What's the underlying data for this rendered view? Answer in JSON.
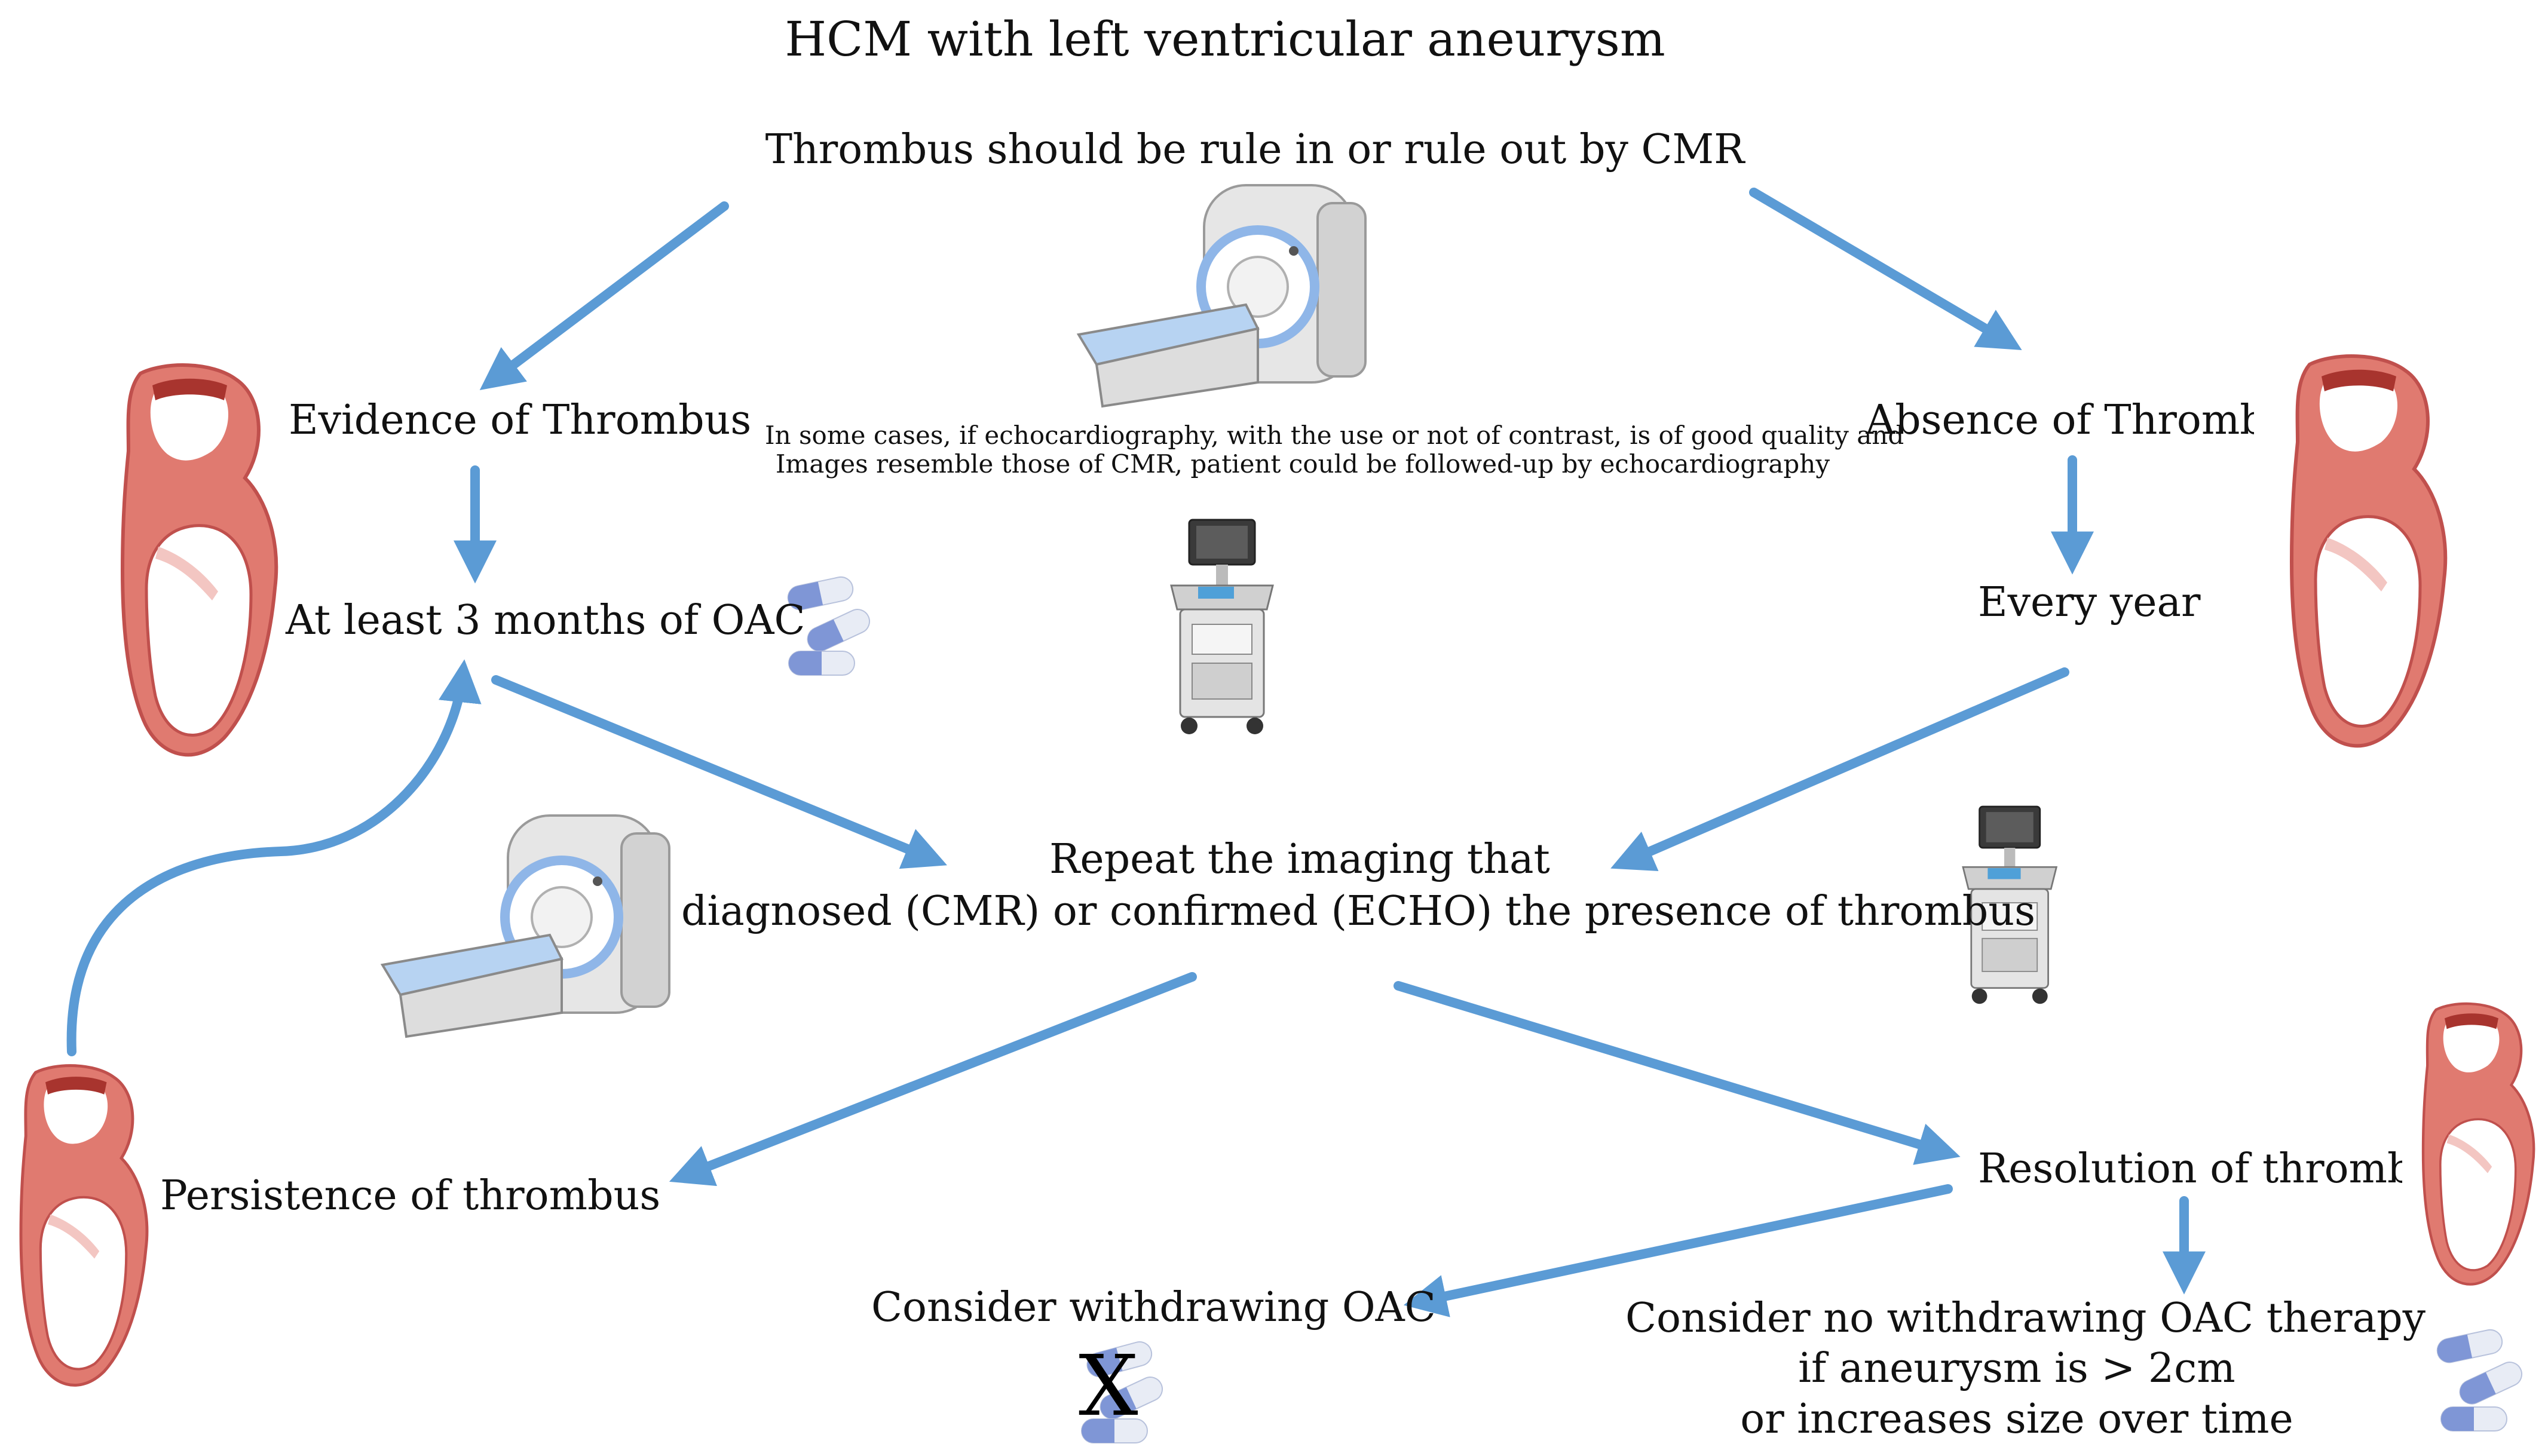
{
  "title": "HCM with left ventricular aneurysm",
  "nodes": {
    "cmr_rule": "Thrombus should be rule in or rule out by CMR",
    "evidence": "Evidence of Thrombus",
    "absence": "Absence of Thrombus",
    "echo_note_line1": "In some cases, if echocardiography, with the use or not of contrast, is of good quality and",
    "echo_note_line2": "Images resemble those of CMR, patient could be followed-up  by echocardiography",
    "oac3": "At least 3 months of OAC",
    "every_year": "Every year",
    "repeat_line1": "Repeat the imaging that",
    "repeat_line2": "diagnosed (CMR) or confirmed (ECHO) the presence of thrombus",
    "persistence": "Persistence of thrombus",
    "resolution": "Resolution of thrombus",
    "withdraw": "Consider withdrawing OAC",
    "no_withdraw_line1": "Consider no withdrawing OAC therapy",
    "no_withdraw_line2": "if aneurysm is > 2cm",
    "no_withdraw_line3": "or increases size over time",
    "x_mark": "X"
  },
  "colors": {
    "arrow": "#5b9bd5",
    "heart": "#e07a70",
    "heart_dark": "#c0504d",
    "pill_blue": "#7f96d6",
    "pill_white": "#e8ecf5",
    "machine": "#d9d9d9",
    "screen": "#3a3a3a"
  },
  "icons": [
    "heart-aneurysm-icon",
    "mri-scanner-icon",
    "ultrasound-machine-icon",
    "pills-icon"
  ]
}
